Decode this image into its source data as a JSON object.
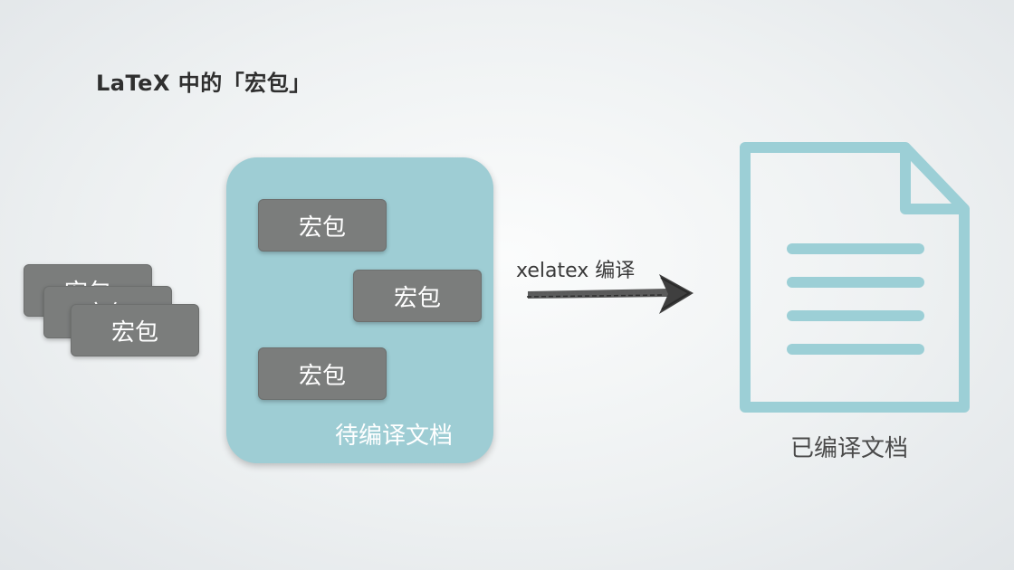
{
  "slide": {
    "title": "LaTeX 中的「宏包」"
  },
  "packages": {
    "label": "宏包",
    "stack": [
      "宏包",
      "宏包",
      "宏包"
    ],
    "in_document": [
      "宏包",
      "宏包",
      "宏包"
    ]
  },
  "source_document": {
    "label": "待编译文档",
    "color": "#9ecdd4"
  },
  "compile_step": {
    "label": "xelatex 编译",
    "arrow_color": "#3f3f3f"
  },
  "output_document": {
    "label": "已编译文档",
    "icon": "document-icon",
    "color": "#9ccfd6"
  },
  "colors": {
    "package_fill": "#7b7d7c",
    "package_text": "#ffffff"
  }
}
